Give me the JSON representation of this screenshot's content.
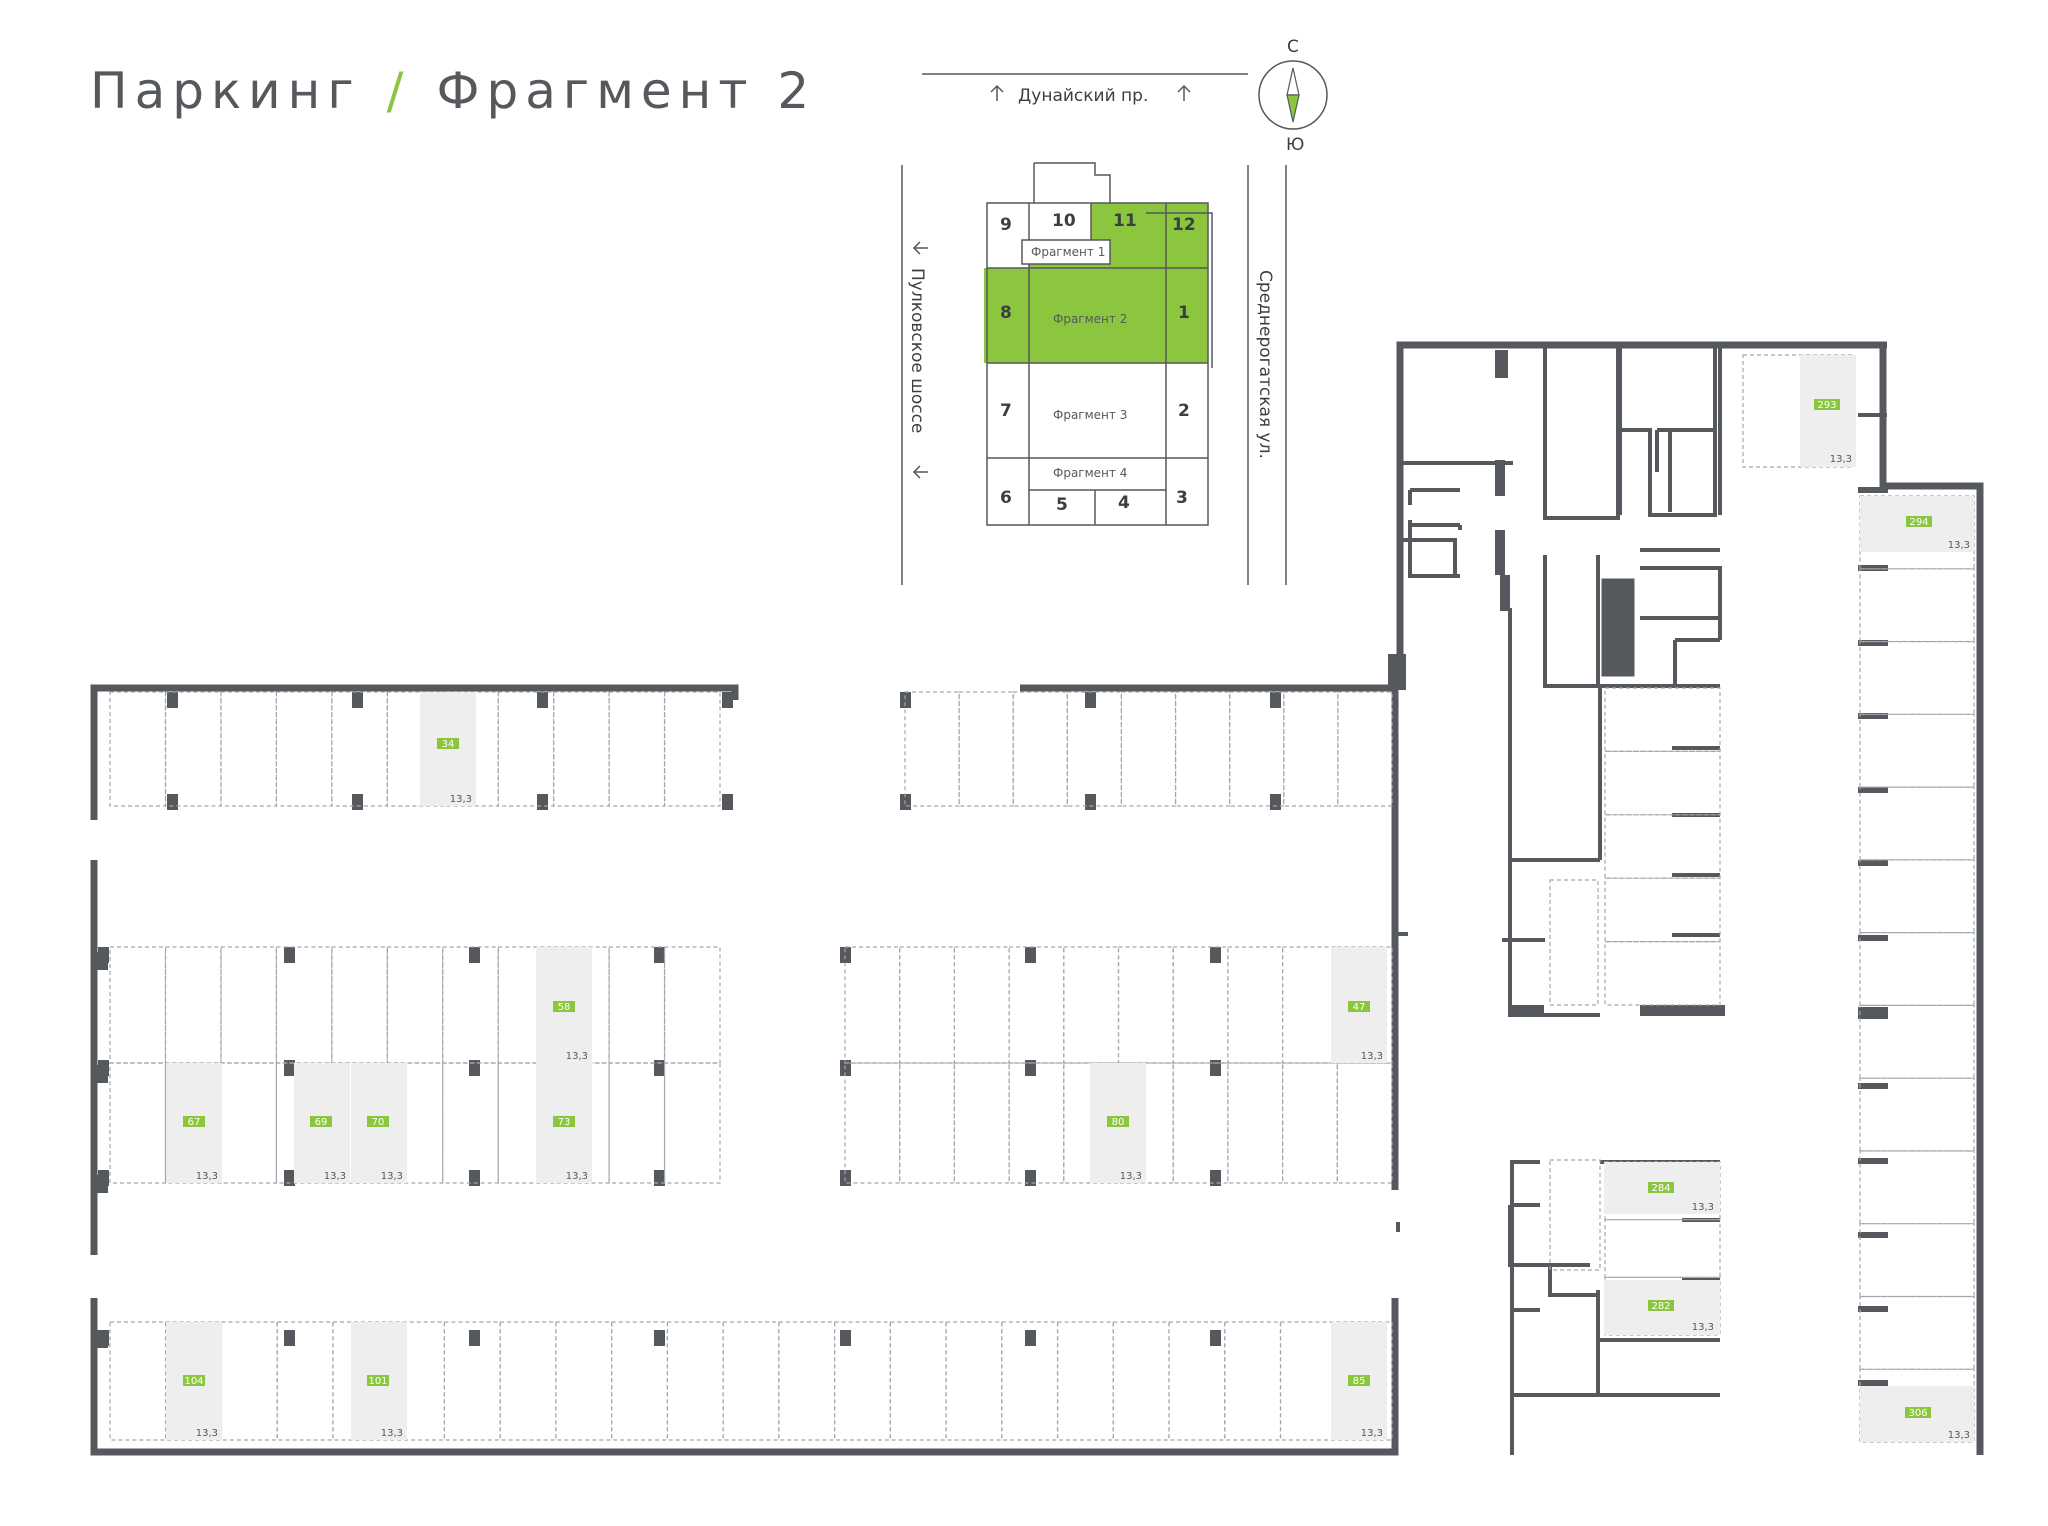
{
  "title": {
    "part1": "Паркинг",
    "separator": "/",
    "part2": "Фрагмент 2"
  },
  "colors": {
    "accent": "#8cc63f",
    "wall": "#55585c",
    "sold_fill": "#eeeeee",
    "bay_line": "#a3a6aa"
  },
  "compass": {
    "north": "С",
    "south": "Ю"
  },
  "streets": {
    "top": "Дунайский пр.",
    "left": "Пулковское шоссе",
    "right": "Среднерогатская ул."
  },
  "key_plan": {
    "sections": [
      "9",
      "10",
      "11",
      "12",
      "8",
      "1",
      "7",
      "2",
      "6",
      "5",
      "4",
      "3"
    ],
    "active_sections": [
      "11",
      "12",
      "8",
      "1"
    ],
    "fragments": [
      "Фрагмент 1",
      "Фрагмент 2",
      "Фрагмент 3",
      "Фрагмент 4"
    ],
    "active_fragment": "Фрагмент 2"
  },
  "spots": [
    {
      "number": "34",
      "area": "13,3"
    },
    {
      "number": "58",
      "area": "13,3"
    },
    {
      "number": "47",
      "area": "13,3"
    },
    {
      "number": "67",
      "area": "13,3"
    },
    {
      "number": "69",
      "area": "13,3"
    },
    {
      "number": "70",
      "area": "13,3"
    },
    {
      "number": "73",
      "area": "13,3"
    },
    {
      "number": "80",
      "area": "13,3"
    },
    {
      "number": "104",
      "area": "13,3"
    },
    {
      "number": "101",
      "area": "13,3"
    },
    {
      "number": "85",
      "area": "13,3"
    },
    {
      "number": "293",
      "area": "13,3"
    },
    {
      "number": "294",
      "area": "13,3"
    },
    {
      "number": "284",
      "area": "13,3"
    },
    {
      "number": "282",
      "area": "13,3"
    },
    {
      "number": "306",
      "area": "13,3"
    }
  ]
}
